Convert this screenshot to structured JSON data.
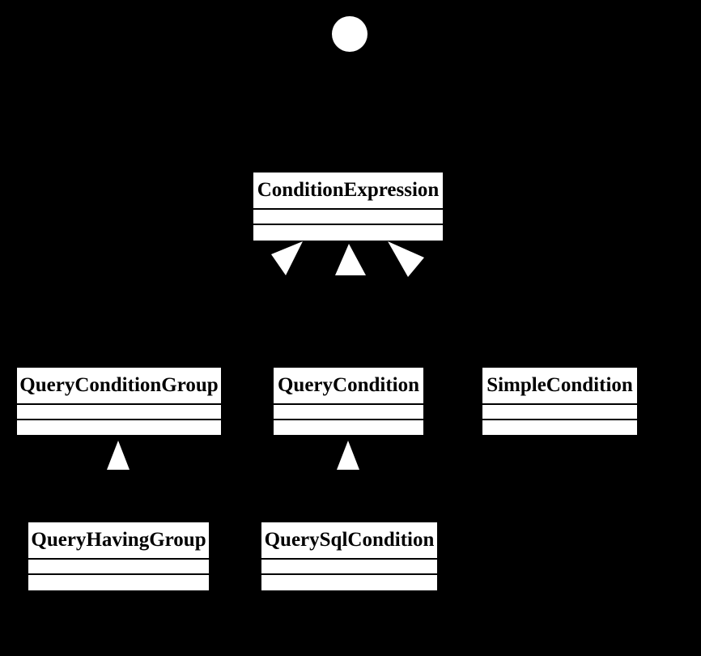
{
  "diagram": {
    "type": "uml-class-diagram",
    "colors": {
      "background": "#000000",
      "class_fill": "#ffffff",
      "class_text": "#000000",
      "compartment_line": "#000000",
      "shape_fill": "#ffffff"
    },
    "root_marker": {
      "shape": "filled-circle",
      "fill": "#ffffff"
    },
    "classes": [
      {
        "name": "ConditionExpression"
      },
      {
        "name": "QueryConditionGroup"
      },
      {
        "name": "QueryCondition"
      },
      {
        "name": "SimpleCondition"
      },
      {
        "name": "QueryHavingGroup"
      },
      {
        "name": "QuerySqlCondition"
      }
    ],
    "relationships": [
      {
        "from": "QueryConditionGroup",
        "to": "ConditionExpression",
        "type": "generalization"
      },
      {
        "from": "QueryCondition",
        "to": "ConditionExpression",
        "type": "generalization"
      },
      {
        "from": "SimpleCondition",
        "to": "ConditionExpression",
        "type": "generalization"
      },
      {
        "from": "QueryHavingGroup",
        "to": "QueryConditionGroup",
        "type": "generalization"
      },
      {
        "from": "QuerySqlCondition",
        "to": "QueryCondition",
        "type": "generalization"
      }
    ]
  }
}
